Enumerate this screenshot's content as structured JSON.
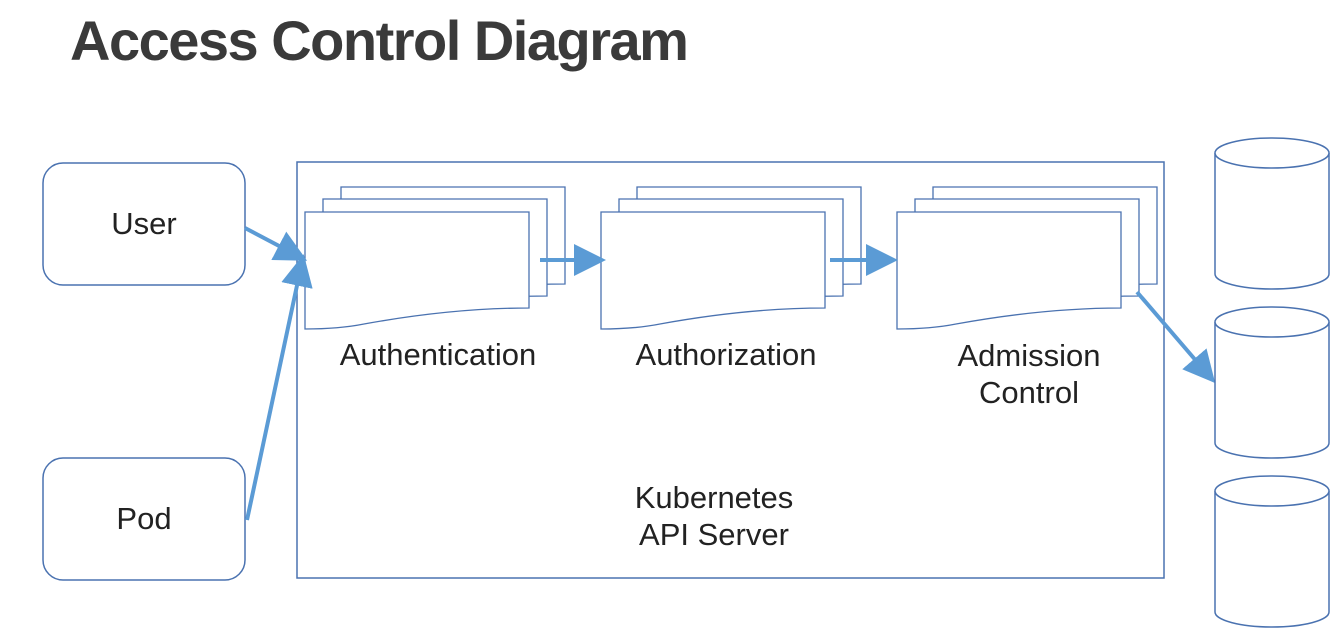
{
  "title": "Access Control Diagram",
  "sources": {
    "user": "User",
    "pod": "Pod"
  },
  "api_server": {
    "label_line1": "Kubernetes",
    "label_line2": "API Server"
  },
  "stages": [
    {
      "label_line1": "Authentication",
      "label_line2": ""
    },
    {
      "label_line1": "Authorization",
      "label_line2": ""
    },
    {
      "label_line1": "Admission",
      "label_line2": "Control"
    }
  ],
  "colors": {
    "box_stroke": "#4a72b0",
    "arrow": "#5b9bd5",
    "text": "#222222",
    "title": "#3a3a3a"
  },
  "datastores": [
    "",
    "",
    ""
  ]
}
